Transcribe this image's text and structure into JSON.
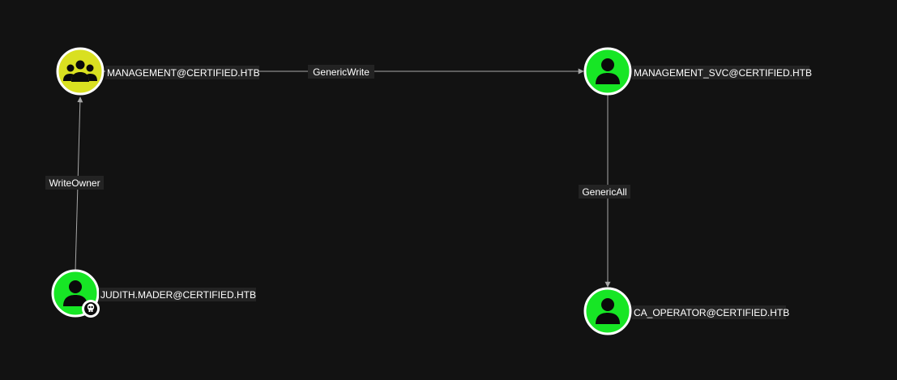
{
  "graph": {
    "colors": {
      "background": "#121212",
      "edge": "#a8a8a8",
      "group_node": "#d9e021",
      "user_node": "#17e625",
      "node_border": "#ffffff",
      "label_bg": "#232323",
      "label_text": "#ffffff"
    },
    "nodes": [
      {
        "id": "management",
        "label": "MANAGEMENT@CERTIFIED.HTB",
        "type": "group",
        "icon": "users-group-icon"
      },
      {
        "id": "management_svc",
        "label": "MANAGEMENT_SVC@CERTIFIED.HTB",
        "type": "user",
        "icon": "user-icon"
      },
      {
        "id": "judith",
        "label": "JUDITH.MADER@CERTIFIED.HTB",
        "type": "user",
        "icon": "user-icon",
        "badge": "skull-icon"
      },
      {
        "id": "ca_operator",
        "label": "CA_OPERATOR@CERTIFIED.HTB",
        "type": "user",
        "icon": "user-icon"
      }
    ],
    "edges": [
      {
        "from": "management",
        "to": "management_svc",
        "label": "GenericWrite"
      },
      {
        "from": "judith",
        "to": "management",
        "label": "WriteOwner"
      },
      {
        "from": "management_svc",
        "to": "ca_operator",
        "label": "GenericAll"
      }
    ]
  }
}
